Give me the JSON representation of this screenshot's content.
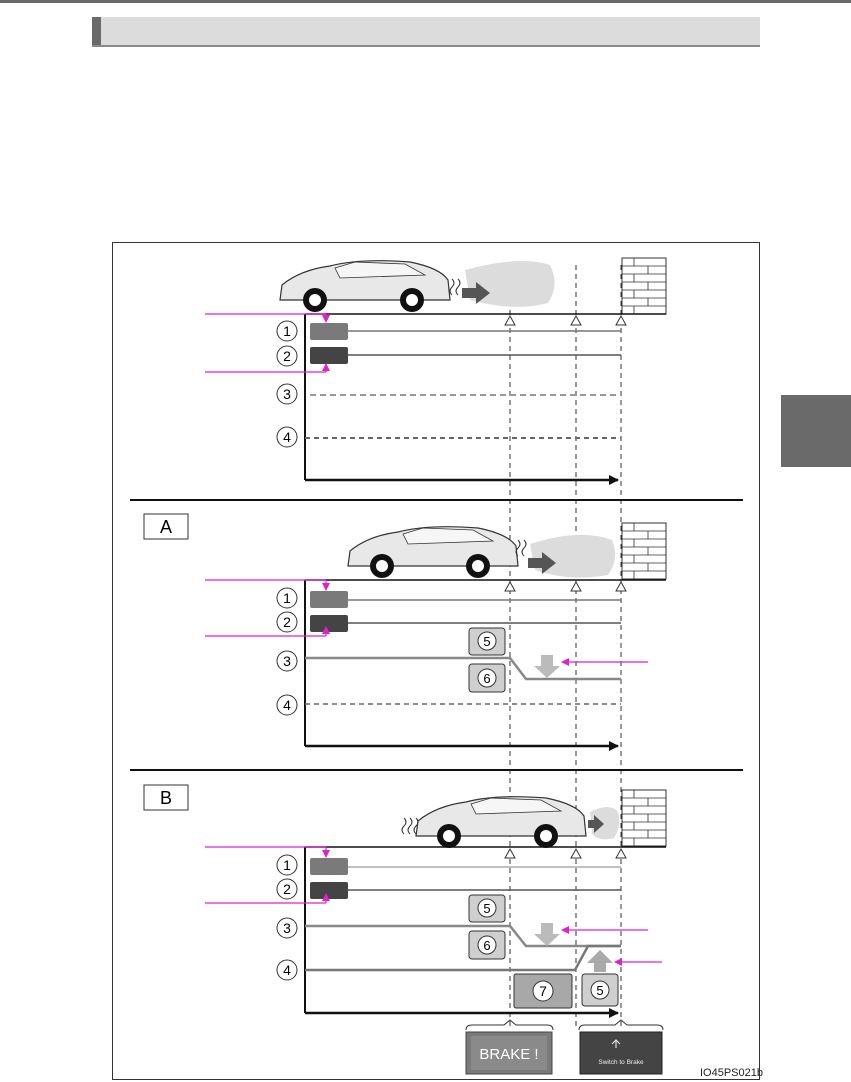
{
  "header": {
    "title": ""
  },
  "panels": {
    "A": {
      "label": "A"
    },
    "B": {
      "label": "B"
    }
  },
  "rows": {
    "r1": "1",
    "r2": "2",
    "r3": "3",
    "r4": "4"
  },
  "markers": {
    "m5": "5",
    "m6": "6",
    "m7": "7"
  },
  "displays": {
    "brake": "BRAKE !",
    "switch": "Switch to Brake"
  },
  "figure_code": "IO45PS021b",
  "colors": {
    "accent_pink": "#e020c8",
    "dark_gray": "#6a6a6a",
    "light_gray": "#dcdcdc"
  },
  "icons": [
    "car-icon",
    "brick-wall-icon",
    "arrow-down-icon",
    "arrow-up-icon"
  ]
}
